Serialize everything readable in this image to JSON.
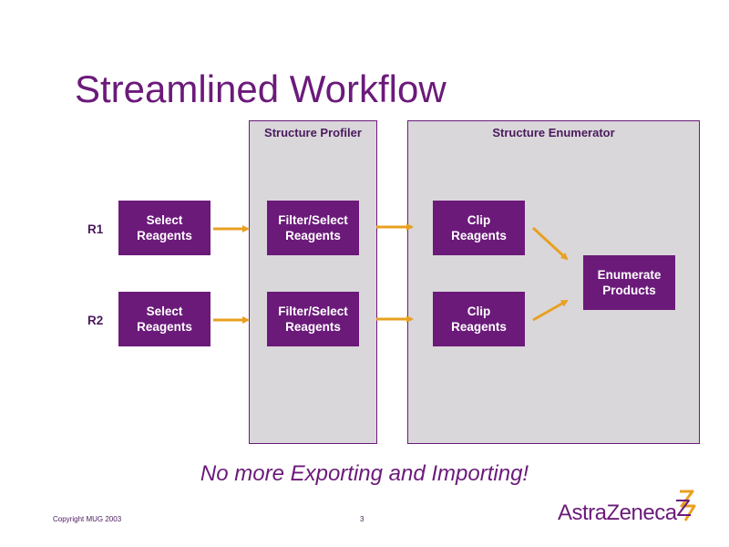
{
  "title": "Streamlined Workflow",
  "panels": {
    "profiler_label": "Structure Profiler",
    "enumerator_label": "Structure Enumerator"
  },
  "rows": {
    "r1_label": "R1",
    "r2_label": "R2"
  },
  "boxes": {
    "select_r1": "Select\nReagents",
    "select_r2": "Select\nReagents",
    "filter_r1": "Filter/Select\nReagents",
    "filter_r2": "Filter/Select\nReagents",
    "clip_r1": "Clip\nReagents",
    "clip_r2": "Clip\nReagents",
    "enumerate": "Enumerate\nProducts"
  },
  "tagline": "No more Exporting and Importing!",
  "footer": {
    "copyright": "Copyright MUG 2003",
    "page_number": "3",
    "logo_text": "AstraZeneca"
  },
  "colors": {
    "brand_purple": "#6b1a7a",
    "panel_gray": "#d9d7da",
    "arrow_orange": "#e8a020"
  }
}
